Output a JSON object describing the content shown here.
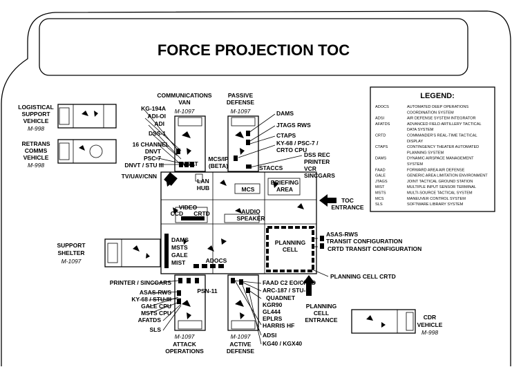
{
  "title": "FORCE PROJECTION TOC",
  "legend": {
    "heading": "LEGEND:",
    "entries": [
      [
        "ADOCS",
        "AUTOMATED DEEP OPERATIONS"
      ],
      [
        "",
        "COORDINATION SYSTEM"
      ],
      [
        "ADSI",
        "AIR DEFENSE SYSTEM INTEGRATOR"
      ],
      [
        "AFATDS",
        "ADVANCED FIELD ARTILLERY TACTICAL"
      ],
      [
        "",
        "DATA SYSTEM"
      ],
      [
        "CRTD",
        "COMMANDER'S REAL-TIME TACTICAL"
      ],
      [
        "",
        "DISPLAY"
      ],
      [
        "CTAPS",
        "CONTINGENCY THEATER AUTOMATED"
      ],
      [
        "",
        "PLANNING SYSTEM"
      ],
      [
        "DAMS",
        "DYNAMIC AIRSPACE MANAGEMENT"
      ],
      [
        "",
        "SYSTEM"
      ],
      [
        "FAAD",
        "FORWARD AREA AIR DEFENSE"
      ],
      [
        "GALE",
        "GENERIC AREA LIMITATION ENVIRONMENT"
      ],
      [
        "JTAGS",
        "JOINT TACTICAL GROUND STATION"
      ],
      [
        "MIST",
        "MULTIPLE INPUT SENSOR TERMINAL"
      ],
      [
        "MSTS",
        "MULTI-SOURCE TACTICAL SYSTEM"
      ],
      [
        "MCS",
        "MANEUVER CONTROL SYSTEM"
      ],
      [
        "SLS",
        "SOFTWARE LIBRARY SYSTEM"
      ]
    ]
  },
  "vehicles": {
    "logistical": [
      "LOGISTICAL",
      "SUPPORT",
      "VEHICLE",
      "M-998"
    ],
    "retrans": [
      "RETRANS",
      "COMMS",
      "VEHICLE",
      "M-998"
    ],
    "support_shelter": [
      "SUPPORT",
      "SHELTER",
      "M-1097"
    ],
    "cdr": [
      "CDR",
      "VEHICLE",
      "M-998"
    ]
  },
  "wings": {
    "comms": {
      "title": [
        "COMMUNICATIONS",
        "VAN"
      ],
      "model": "M-1097"
    },
    "passive": {
      "title": [
        "PASSIVE",
        "DEFENSE"
      ],
      "model": "M-1097"
    },
    "attack": {
      "title": [
        "ATTACK",
        "OPERATIONS"
      ],
      "model": "M-1097"
    },
    "active": {
      "title": [
        "ACTIVE",
        "DEFENSE"
      ],
      "model": "M-1097"
    }
  },
  "left_top_labels": [
    "KG-194A",
    "ADI-OI",
    "ADI",
    "DSS-1",
    "16 CHANNEL",
    "DNVT",
    "PSC-7",
    "DNVT / STU III",
    "TV/UAV/CNN"
  ],
  "right_top_labels": [
    "DAMS",
    "JTAGS RWS",
    "CTAPS",
    "KY-68 / PSC-7 /",
    "CRTO CPU",
    "DSS REC",
    "PRINTER",
    "VCR",
    "SINCGARS"
  ],
  "bottom_left_labels": [
    "PRINTER / SINCGARS",
    "ASAS-RWS",
    "KY-68 / STU-III",
    "GALE CPU",
    "MSTS CPU",
    "AFATDS",
    "SLS"
  ],
  "bottom_right_labels": [
    "FAAD C2 EO/CRTD",
    "ARC-187 / STU-III",
    "QUADNET",
    "KGR90",
    "GL444",
    "EPLRS",
    "HARRIS HF",
    "ADSI",
    "KG40 / KGX40"
  ],
  "right_side_labels": [
    "ASAS-RWS",
    "TRANSIT CONFIGURATION",
    "CRTD TRANSIT CONFIGURATION",
    "PLANNING CELL CRTD"
  ],
  "entrances": {
    "toc": [
      "TOC",
      "ENTRANCE"
    ],
    "planning": [
      "PLANNING",
      "CELL",
      "ENTRANCE"
    ]
  },
  "rooms": {
    "msat": "MSAT",
    "lan_hub": [
      "LAN",
      "HUB"
    ],
    "mcs_ip": [
      "MCS/IP",
      "(BETA)"
    ],
    "mcs": "MCS",
    "briefing": [
      "BRIEFING",
      "AREA"
    ],
    "staccs": "STACCS",
    "video": "VIDEO",
    "ccd": "CCD",
    "crtd": "CRTD",
    "audio": [
      "AUDIO",
      "SPEAKER"
    ],
    "left_stack": [
      "DAMS",
      "MSTS",
      "GALE",
      "MIST"
    ],
    "adocs": "ADOCS",
    "planning": [
      "PLANNING",
      "CELL"
    ],
    "psn": "PSN-11"
  }
}
